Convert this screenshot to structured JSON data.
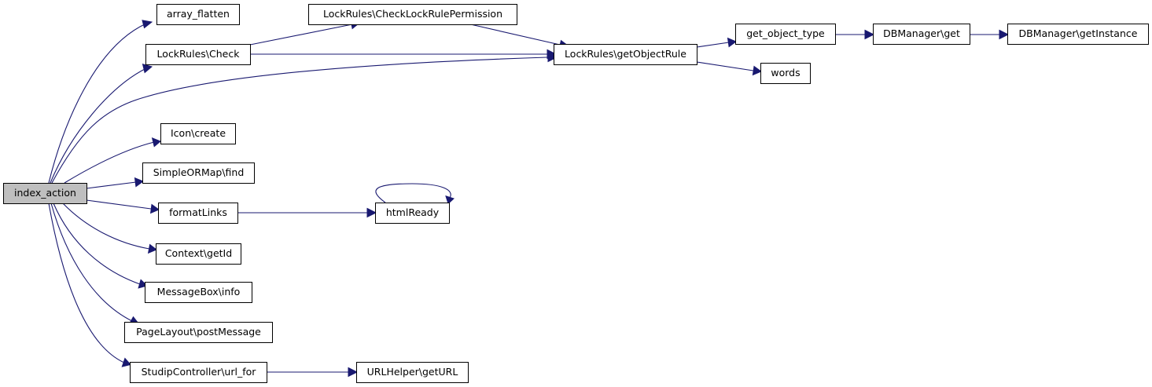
{
  "nodes": {
    "index_action": "index_action",
    "array_flatten": "array_flatten",
    "lockrules_check": "LockRules\\Check",
    "check_lockrule_permission": "LockRules\\CheckLockRulePermission",
    "get_object_rule": "LockRules\\getObjectRule",
    "get_object_type": "get_object_type",
    "dbmanager_get": "DBManager\\get",
    "dbmanager_getinstance": "DBManager\\getInstance",
    "words": "words",
    "icon_create": "Icon\\create",
    "simpleormap_find": "SimpleORMap\\find",
    "formatlinks": "formatLinks",
    "htmlready": "htmlReady",
    "context_getid": "Context\\getId",
    "messagebox_info": "MessageBox\\info",
    "pagelayout_postmessage": "PageLayout\\postMessage",
    "studipcontroller_url_for": "StudipController\\url_for",
    "urlhelper_geturl": "URLHelper\\getURL"
  },
  "colors": {
    "edge": "#191970",
    "root_fill": "#bfbfbf",
    "node_fill": "#ffffff",
    "node_border": "#000000"
  }
}
